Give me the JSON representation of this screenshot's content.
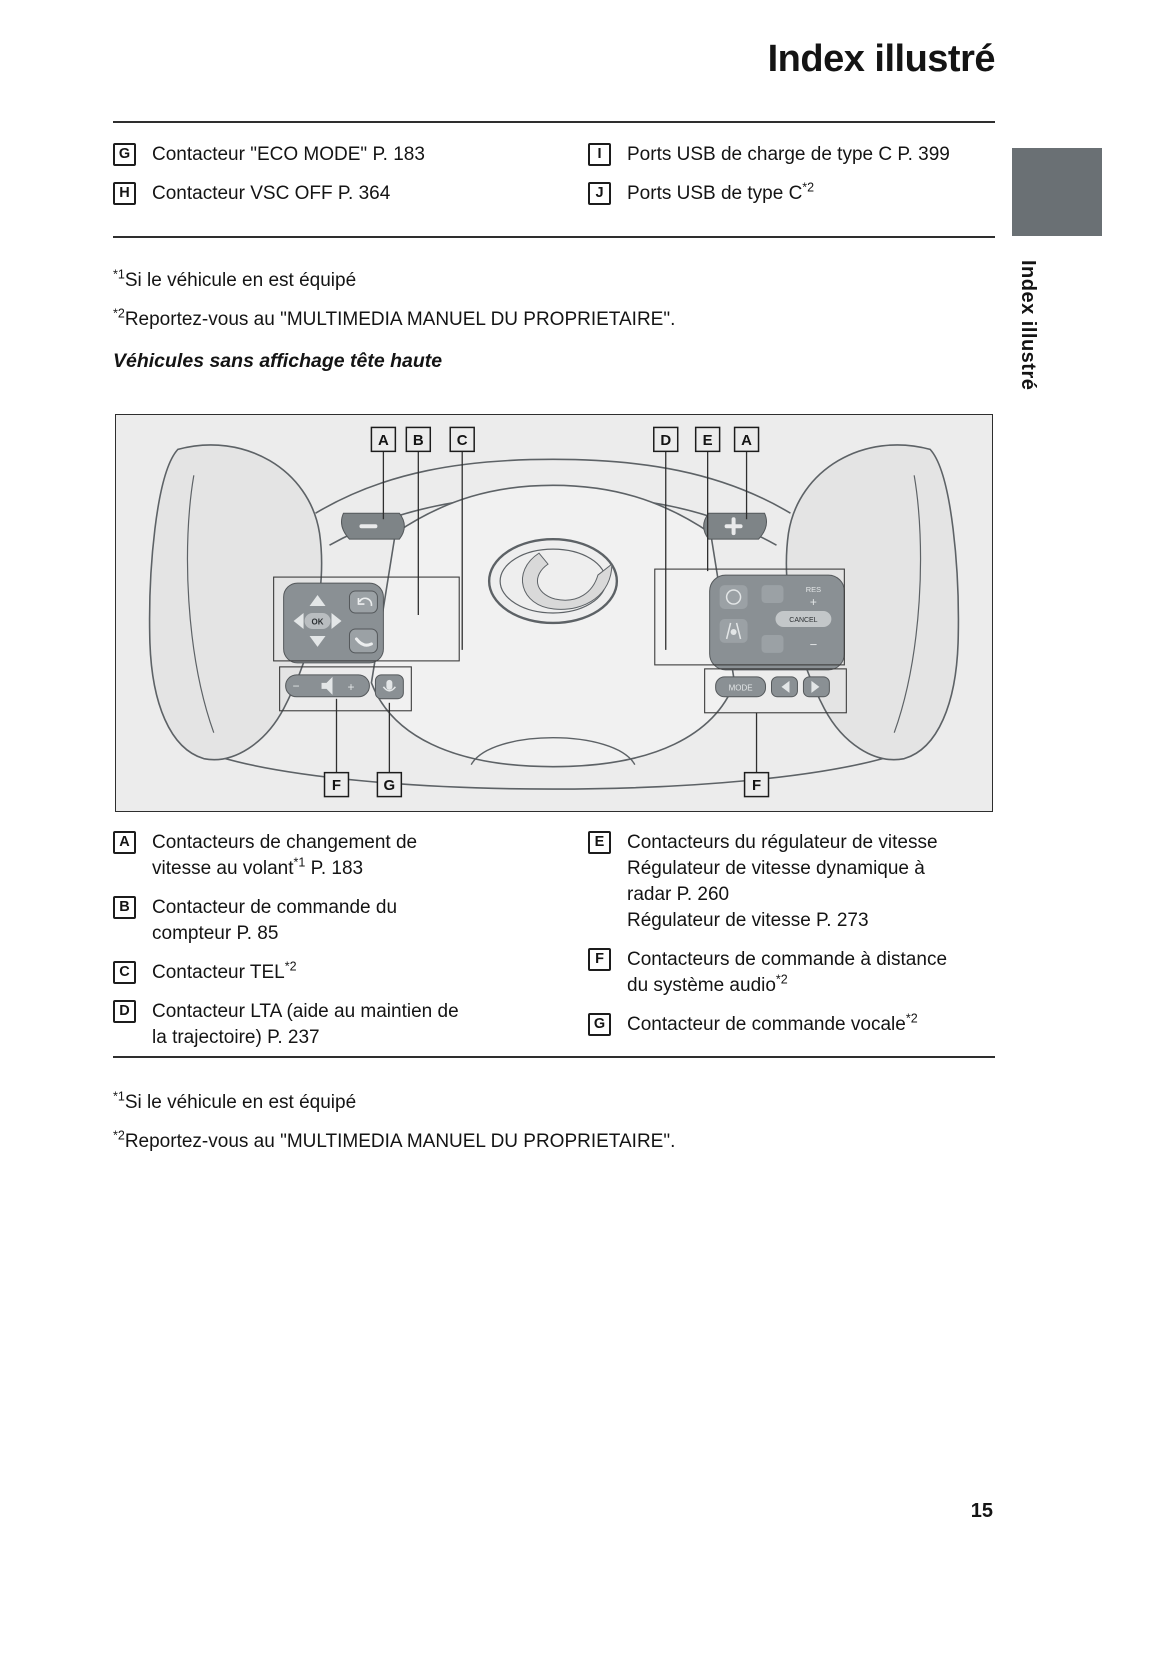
{
  "page": {
    "title": "Index illustré",
    "side_label": "Index illustré",
    "page_number": "15"
  },
  "top_section": {
    "left_items": [
      {
        "key": "G",
        "text": "Contacteur \"ECO MODE\" P. 183"
      },
      {
        "key": "H",
        "text": "Contacteur VSC OFF P. 364"
      }
    ],
    "right_items": [
      {
        "key": "I",
        "text": "Ports USB de charge de type C P. 399"
      },
      {
        "key": "J",
        "text": "Ports USB de type C",
        "sup": "*2"
      }
    ]
  },
  "notes_top": [
    {
      "sup": "*1",
      "text": "Si le véhicule en est équipé"
    },
    {
      "sup": "*2",
      "text": "Reportez-vous au \"MULTIMEDIA MANUEL DU PROPRIETAIRE\"."
    }
  ],
  "subheading": "Véhicules sans affichage tête haute",
  "figure": {
    "callouts_top": [
      "A",
      "B",
      "C",
      "D",
      "E",
      "A"
    ],
    "callouts_bottom": [
      "F",
      "G",
      "F"
    ],
    "wheel_labels": {
      "ok": "OK",
      "mode": "MODE",
      "res": "RES",
      "cancel": "CANCEL",
      "plus": "+",
      "minus": "−"
    }
  },
  "bottom_section": {
    "left_items": [
      {
        "key": "A",
        "text1": "Contacteurs de changement de vitesse au volant",
        "sup": "*1",
        "text2": " P. 183"
      },
      {
        "key": "B",
        "text1": "Contacteur de commande du compteur P. 85"
      },
      {
        "key": "C",
        "text1": "Contacteur TEL",
        "sup": "*2"
      },
      {
        "key": "D",
        "text1": "Contacteur LTA (aide au maintien de la trajectoire) P. 237"
      }
    ],
    "right_items": [
      {
        "key": "E",
        "line1": "Contacteurs du régulateur de vitesse",
        "line2": "Régulateur de vitesse dynamique à radar P. 260",
        "line3": "Régulateur de vitesse P. 273"
      },
      {
        "key": "F",
        "text1": "Contacteurs de commande à distance du système audio",
        "sup": "*2"
      },
      {
        "key": "G",
        "text1": "Contacteur de commande vocale",
        "sup": "*2"
      }
    ]
  },
  "notes_bottom": [
    {
      "sup": "*1",
      "text": "Si le véhicule en est équipé"
    },
    {
      "sup": "*2",
      "text": "Reportez-vous au \"MULTIMEDIA MANUEL DU PROPRIETAIRE\"."
    }
  ]
}
